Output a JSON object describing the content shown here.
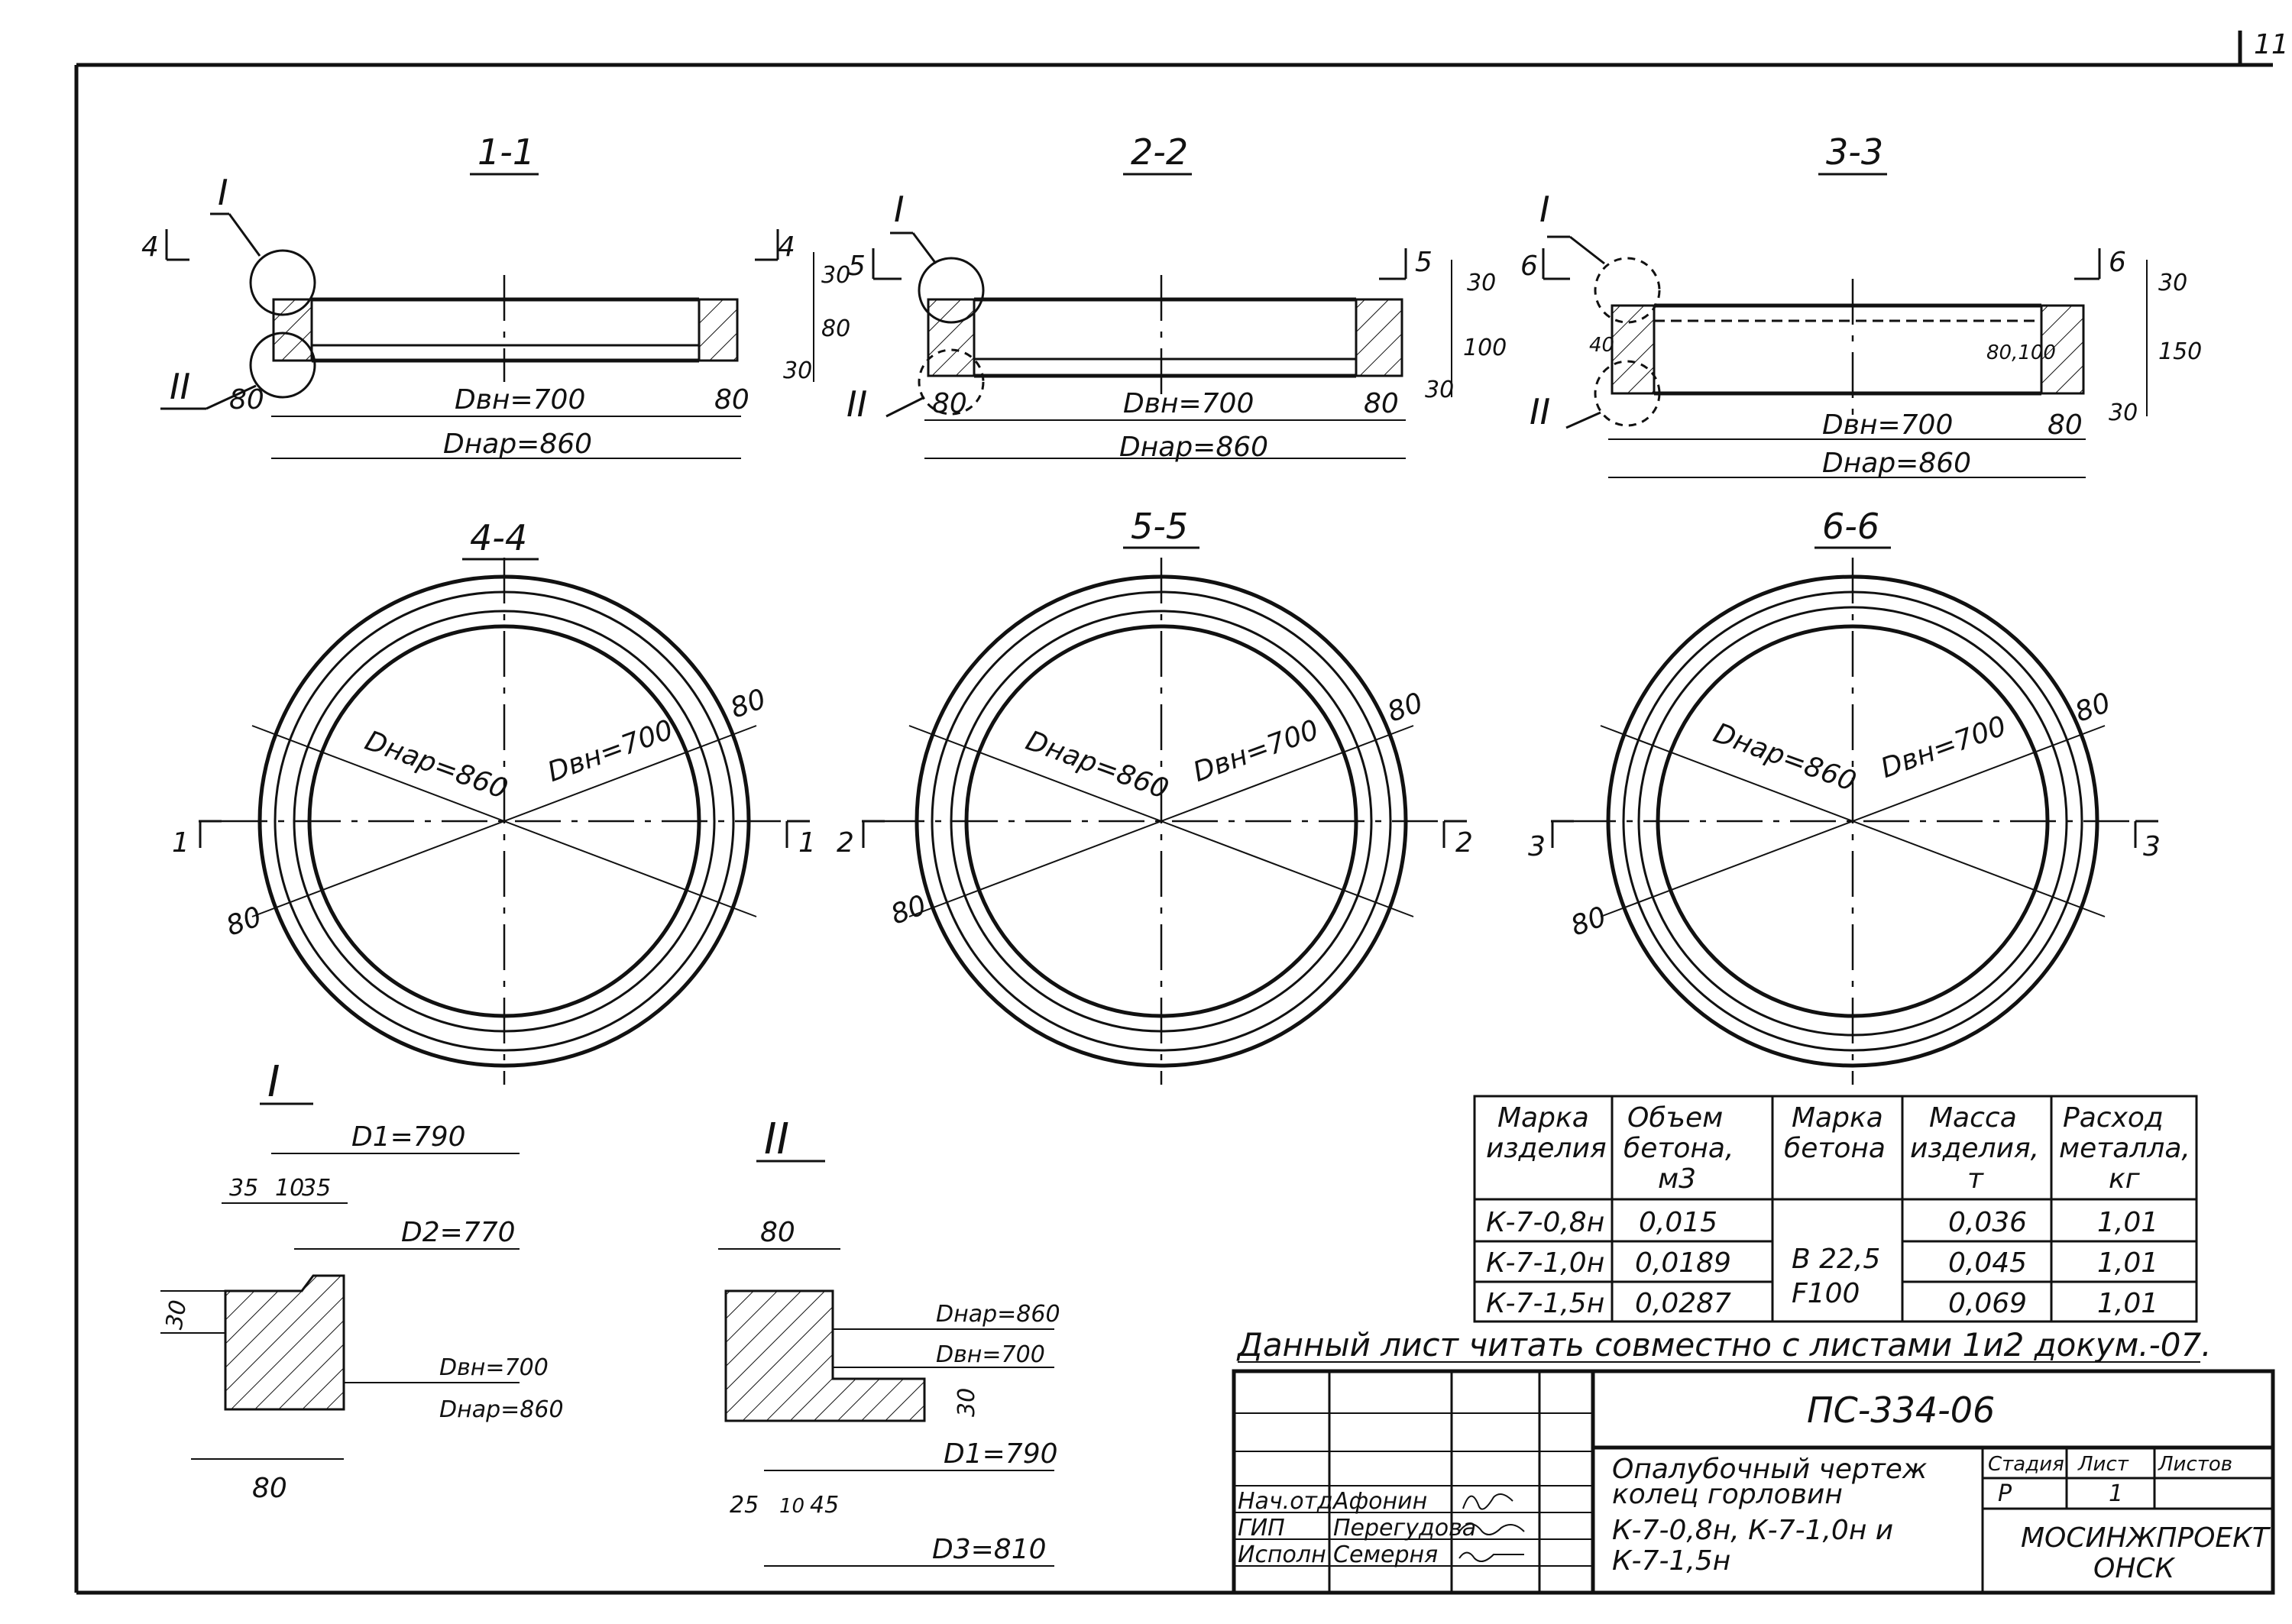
{
  "page_number": "11",
  "sections": {
    "s11": {
      "title": "1-1",
      "marker_left": "4",
      "marker_right": "4",
      "callout_1": "I",
      "callout_2": "II"
    },
    "s22": {
      "title": "2-2",
      "marker_left": "5",
      "marker_right": "5",
      "callout_1": "I",
      "callout_2": "II"
    },
    "s33": {
      "title": "3-3",
      "marker_left": "6",
      "marker_right": "6",
      "callout_1": "I",
      "callout_2": "II"
    }
  },
  "dims": {
    "d_inner": "Dвн=700",
    "d_outer": "Dнар=860",
    "wall": "80",
    "d30": "30",
    "d80": "80",
    "d100": "100",
    "d40": "40",
    "d150": "150",
    "d80_100": "80,100"
  },
  "plans": {
    "p44": {
      "title": "4-4",
      "cut_left": "1",
      "cut_right": "1"
    },
    "p55": {
      "title": "5-5",
      "cut_left": "2",
      "cut_right": "2"
    },
    "p66": {
      "title": "6-6",
      "cut_left": "3",
      "cut_right": "3"
    }
  },
  "detail_I": {
    "title": "I",
    "d1": "D1=790",
    "d2": "D2=770",
    "d_in": "Dвн=700",
    "d_out": "Dнар=860",
    "dim_35a": "35",
    "dim_10": "10",
    "dim_35b": "35",
    "dim_30": "30",
    "dim_80": "80"
  },
  "detail_II": {
    "title": "II",
    "dim_80": "80",
    "d_out": "Dнар=860",
    "d_in": "Dвн=700",
    "dim_30": "30",
    "d1": "D1=790",
    "dim_25": "25",
    "dim_10": "10",
    "dim_45": "45",
    "d3": "D3=810"
  },
  "spec_table": {
    "headers": [
      [
        "Марка",
        "изделия"
      ],
      [
        "Объем",
        "бетона,",
        "м3"
      ],
      [
        "Марка",
        "бетона"
      ],
      [
        "Масса",
        "изделия,",
        "т"
      ],
      [
        "Расход",
        "металла,",
        "кг"
      ]
    ],
    "rows": [
      {
        "mark": "К-7-0,8н",
        "volume": "0,015",
        "mass": "0,036",
        "metal": "1,01"
      },
      {
        "mark": "К-7-1,0н",
        "volume": "0,0189",
        "mass": "0,045",
        "metal": "1,01"
      },
      {
        "mark": "К-7-1,5н",
        "volume": "0,0287",
        "mass": "0,069",
        "metal": "1,01"
      }
    ],
    "concrete_grade": [
      "В 22,5",
      "F100"
    ]
  },
  "note": "Данный лист читать совместно с листами 1и2 докум.-07.",
  "title_block": {
    "doc_code": "ПС-334-06",
    "signatures": [
      {
        "role": "Нач.отд",
        "name": "Афонин"
      },
      {
        "role": "ГИП",
        "name": "Перегудова"
      },
      {
        "role": "Исполн",
        "name": "Семерня"
      }
    ],
    "description_lines": [
      "Опалубочный чертеж",
      "колец горловин",
      "К-7-0,8н, К-7-1,0н и",
      "К-7-1,5н"
    ],
    "stage_label": "Стадия",
    "sheet_label": "Лист",
    "sheets_label": "Листов",
    "stage": "Р",
    "sheet": "1",
    "organization": [
      "МОСИНЖПРОЕКТ",
      "ОНСК"
    ]
  }
}
